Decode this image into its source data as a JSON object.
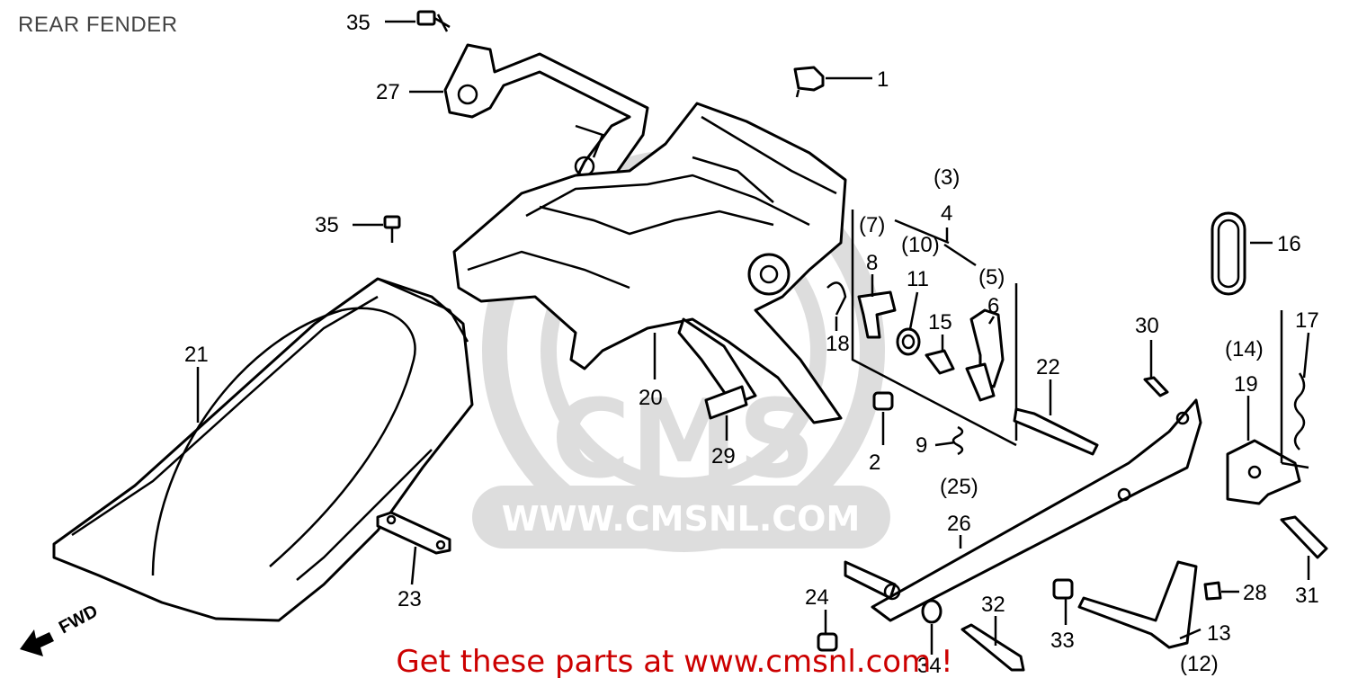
{
  "title": "REAR FENDER",
  "footer": "Get these parts at www.cmsnl.com !",
  "direction_label": "FWD",
  "watermark": {
    "logo_text": "CMS",
    "url_text": "WWW.CMSNL.COM"
  },
  "callouts": [
    {
      "id": "c35a",
      "text": "35"
    },
    {
      "id": "c27",
      "text": "27"
    },
    {
      "id": "c1",
      "text": "1"
    },
    {
      "id": "c35b",
      "text": "35"
    },
    {
      "id": "c3",
      "text": "(3)"
    },
    {
      "id": "c4",
      "text": "4"
    },
    {
      "id": "c7",
      "text": "(7)"
    },
    {
      "id": "c10",
      "text": "(10)"
    },
    {
      "id": "c5",
      "text": "(5)"
    },
    {
      "id": "c8",
      "text": "8"
    },
    {
      "id": "c11",
      "text": "11"
    },
    {
      "id": "c6",
      "text": "6"
    },
    {
      "id": "c16",
      "text": "16"
    },
    {
      "id": "c15",
      "text": "15"
    },
    {
      "id": "c18",
      "text": "18"
    },
    {
      "id": "c30",
      "text": "30"
    },
    {
      "id": "c17",
      "text": "17"
    },
    {
      "id": "c14",
      "text": "(14)"
    },
    {
      "id": "c19",
      "text": "19"
    },
    {
      "id": "c21",
      "text": "21"
    },
    {
      "id": "c22",
      "text": "22"
    },
    {
      "id": "c20",
      "text": "20"
    },
    {
      "id": "c2",
      "text": "2"
    },
    {
      "id": "c9",
      "text": "9"
    },
    {
      "id": "c29",
      "text": "29"
    },
    {
      "id": "c25",
      "text": "(25)"
    },
    {
      "id": "c26",
      "text": "26"
    },
    {
      "id": "c23",
      "text": "23"
    },
    {
      "id": "c24",
      "text": "24"
    },
    {
      "id": "c32",
      "text": "32"
    },
    {
      "id": "c28",
      "text": "28"
    },
    {
      "id": "c31",
      "text": "31"
    },
    {
      "id": "c33",
      "text": "33"
    },
    {
      "id": "c34",
      "text": "34"
    },
    {
      "id": "c13",
      "text": "13"
    },
    {
      "id": "c12",
      "text": "(12)"
    }
  ]
}
